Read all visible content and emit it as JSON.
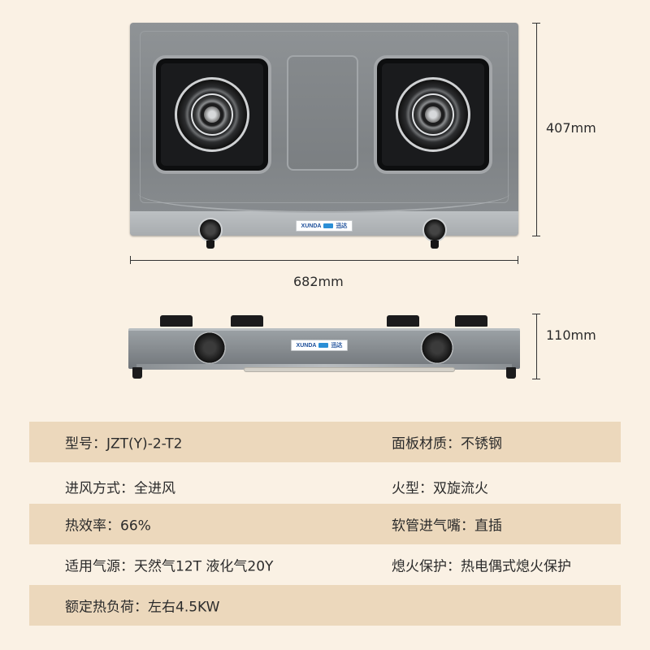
{
  "dimensions": {
    "depth": "407mm",
    "width": "682mm",
    "height": "110mm"
  },
  "brand": {
    "logo_text": "XUNDA",
    "logo_sub": "迅达"
  },
  "specs": [
    {
      "left": "型号：JZT(Y)-2-T2",
      "right": "面板材质：不锈钢"
    },
    {
      "left": "进风方式：全进风",
      "right": "火型：双旋流火"
    },
    {
      "left": "热效率：66%",
      "right": "软管进气嘴：直插"
    },
    {
      "left": "适用气源：天然气12T  液化气20Y",
      "right": "熄火保护：热电偶式熄火保护"
    },
    {
      "left": "额定热负荷：左右4.5KW",
      "right": ""
    }
  ],
  "colors": {
    "background": "#faf1e4",
    "row_shade": "#ecd8bc",
    "stainless": "#868b8f",
    "logo_blue": "#1d4f9a"
  }
}
